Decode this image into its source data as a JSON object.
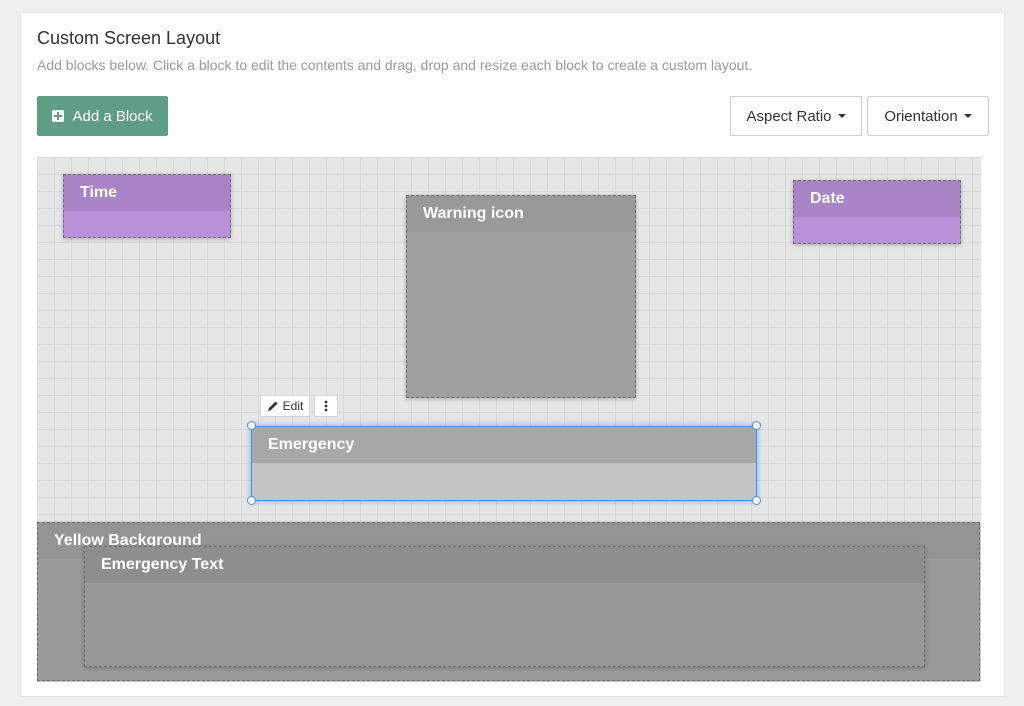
{
  "header": {
    "title": "Custom Screen Layout",
    "subtitle": "Add blocks below. Click a block to edit the contents and drag, drop and resize each block to create a custom layout."
  },
  "toolbar": {
    "add_block_label": "Add a Block",
    "aspect_ratio_label": "Aspect Ratio",
    "orientation_label": "Orientation"
  },
  "blocks": {
    "time": "Time",
    "warning_icon": "Warning icon",
    "date": "Date",
    "emergency": "Emergency",
    "yellow_background": "Yellow Background",
    "emergency_text": "Emergency Text"
  },
  "selection_toolbar": {
    "edit_label": "Edit"
  },
  "colors": {
    "accent_green": "#5f9e85",
    "block_purple": "#b991d9",
    "block_gray": "#a0a0a0",
    "selection_blue": "#4a90e2"
  }
}
